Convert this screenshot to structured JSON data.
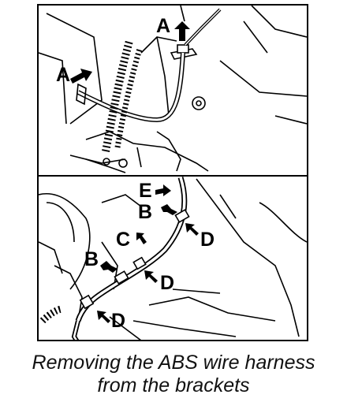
{
  "figure": {
    "callouts": {
      "A_top": "A",
      "A_left": "A",
      "E": "E",
      "B_upper": "B",
      "C": "C",
      "D_upper": "D",
      "B_lower": "B",
      "D_middle": "D",
      "D_lower": "D"
    }
  },
  "caption": {
    "line1": "Removing the ABS wire harness",
    "line2": "from the brackets"
  },
  "colors": {
    "ink": "#000000",
    "paper": "#ffffff"
  }
}
